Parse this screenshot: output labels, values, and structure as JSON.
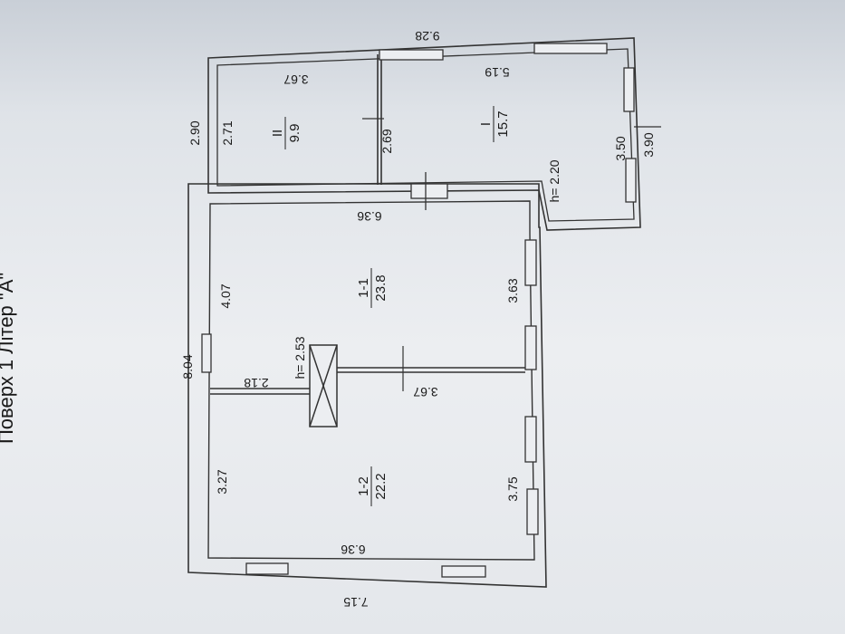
{
  "header": {
    "title": "Поверх 1 Літер \"А\""
  },
  "rooms": [
    {
      "number": "1-1",
      "area": "23.8"
    },
    {
      "number": "1-2",
      "area": "22.2"
    },
    {
      "number": "I",
      "area": "15.7"
    },
    {
      "number": "II",
      "area": "9.9"
    }
  ],
  "heights": {
    "main": "h= 2.53",
    "annex": "h= 2.20"
  },
  "dimensions": {
    "overall_right": "7.15",
    "overall_top": "8.04",
    "annex_top": "2.90",
    "annex_length": "9.28",
    "annex_end_a": "3.50",
    "annex_end_b": "3.90",
    "room_1_2_top": "3.27",
    "room_1_2_bottom": "3.75",
    "room_1_2_right": "6.36",
    "room_1_1_top": "4.07",
    "room_1_1_bottom": "3.63",
    "room_1_1_left": "6.36",
    "partition_length": "3.67",
    "partition_short": "2.18",
    "room_II_top": "2.71",
    "room_II_left": "3.67",
    "room_I_right": "5.19",
    "annex_partition": "2.69"
  }
}
